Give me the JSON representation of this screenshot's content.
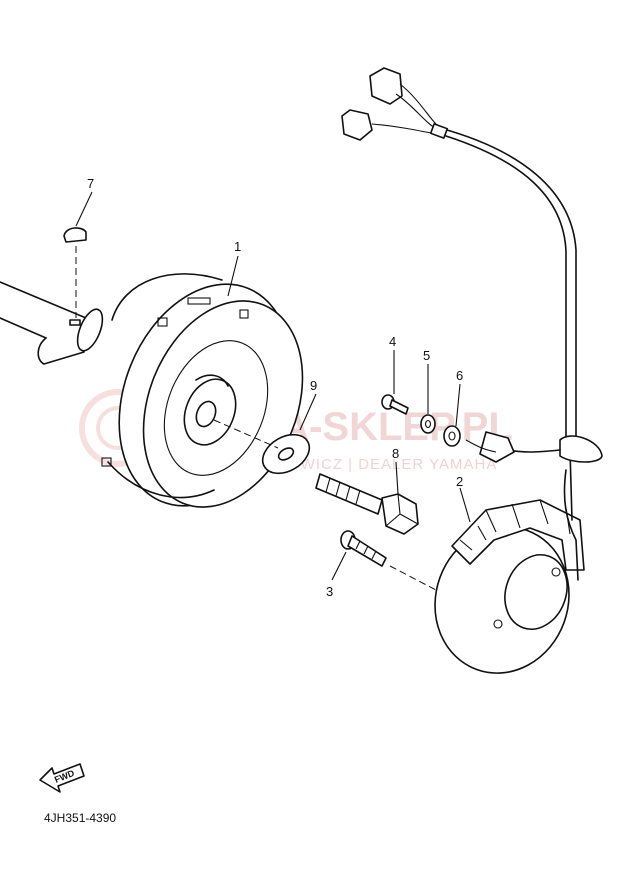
{
  "watermark": {
    "brand": "AMA-SKLEP.PL",
    "sub": "WOJCIECHOWICZ | DEALER YAMAHA"
  },
  "direction_marker": "FWD",
  "diagram_code": "4JH351-4390",
  "callouts": [
    {
      "id": "1",
      "part": "rotor"
    },
    {
      "id": "2",
      "part": "stator"
    },
    {
      "id": "3",
      "part": "screw"
    },
    {
      "id": "4",
      "part": "screw"
    },
    {
      "id": "5",
      "part": "lock-washer"
    },
    {
      "id": "6",
      "part": "washer"
    },
    {
      "id": "7",
      "part": "woodruff-key"
    },
    {
      "id": "8",
      "part": "bolt"
    },
    {
      "id": "9",
      "part": "plate-washer"
    }
  ]
}
